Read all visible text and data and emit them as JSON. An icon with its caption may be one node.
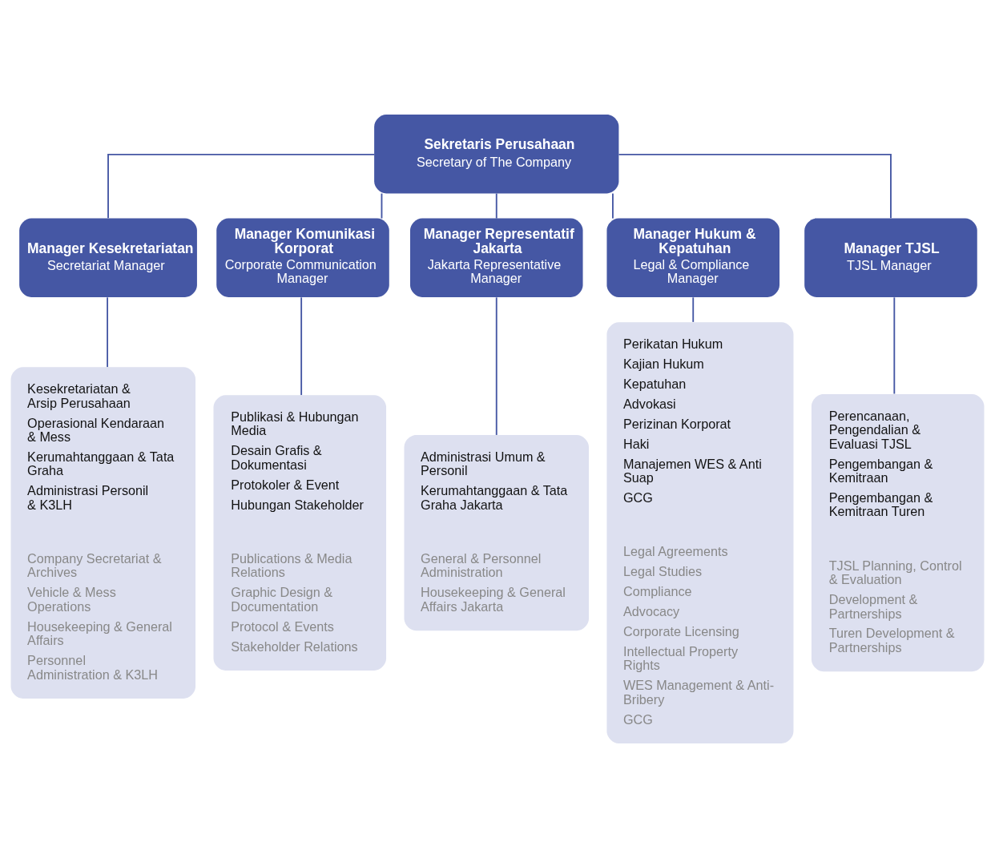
{
  "diagram": {
    "nodes": [
      {
        "text": [
          "Sekretaris Perusahaan",
          "Secretary of The Company"
        ]
      },
      {
        "text": [
          "Manager Kesekretariatan",
          "Secretariat Manager"
        ]
      },
      {
        "text": [
          "Manager Komunikasi Korporat",
          "Corporate Communication Manager"
        ]
      },
      {
        "text": [
          "Manager Representatif Jakarta",
          "Jakarta Representative Manager"
        ]
      },
      {
        "text": [
          "Manager Hukum & Kepatuhan",
          "Legal & Compliance Manager"
        ]
      },
      {
        "text": [
          "Manager TJSL",
          "TJSL Manager"
        ]
      },
      {
        "text": [
          "Kesekretariatan & Arsip Perusahaan",
          "Operasional Kendaraan & Mess",
          "Kerumahtanggaan & Tata Graha",
          "Administrasi Personil & K3LH",
          "Company Secretariat & Archives",
          "Vehicle & Mess Operations",
          "Housekeeping & General Affairs",
          "Personnel Administration & K3LH"
        ]
      },
      {
        "text": [
          "Publikasi & Hubungan Media",
          "Desain Grafis & Dokumentasi",
          "Protokoler & Event",
          "Hubungan Stakeholder",
          "Publications & Media Relations",
          "Graphic Design & Documentation",
          "Protocol & Events",
          "Stakeholder Relations"
        ]
      },
      {
        "text": [
          "Administrasi Umum & Personil",
          "Kerumahtanggaan & Tata Graha Jakarta",
          "General & Personnel Administration",
          "Housekeeping & General Affairs Jakarta"
        ]
      },
      {
        "text": [
          "Perikatan Hukum",
          "Kajian Hukum",
          "Kepatuhan",
          "Advokasi",
          "Perizinan Korporat",
          "Haki",
          "Manajemen WES & Anti Suap",
          "GCG",
          "Legal Agreements",
          "Legal Studies",
          "Compliance",
          "Advocacy",
          "Corporate Licensing",
          "Intellectual Property Rights",
          "WES Management & Anti-Bribery",
          "GCG"
        ]
      },
      {
        "text": [
          "Perencanaan, Pengendalian & Evaluasi TJSL",
          "Pengembangan & Kemitraan",
          "Pengembangan & Kemitraan Turen",
          "TJSL Planning, Control & Evaluation",
          "Development & Partnerships",
          "Turen Development & Partnerships"
        ]
      }
    ],
    "edges": [
      {
        "from": 0,
        "to": 1,
        "arrow": "none"
      },
      {
        "from": 0,
        "to": 2,
        "arrow": "none"
      },
      {
        "from": 0,
        "to": 3,
        "arrow": "none"
      },
      {
        "from": 0,
        "to": 4,
        "arrow": "none"
      },
      {
        "from": 0,
        "to": 5,
        "arrow": "none"
      },
      {
        "from": 1,
        "to": 6,
        "arrow": "none"
      },
      {
        "from": 2,
        "to": 7,
        "arrow": "none"
      },
      {
        "from": 3,
        "to": 8,
        "arrow": "none"
      },
      {
        "from": 4,
        "to": 9,
        "arrow": "none"
      },
      {
        "from": 5,
        "to": 10,
        "arrow": "none"
      }
    ]
  }
}
